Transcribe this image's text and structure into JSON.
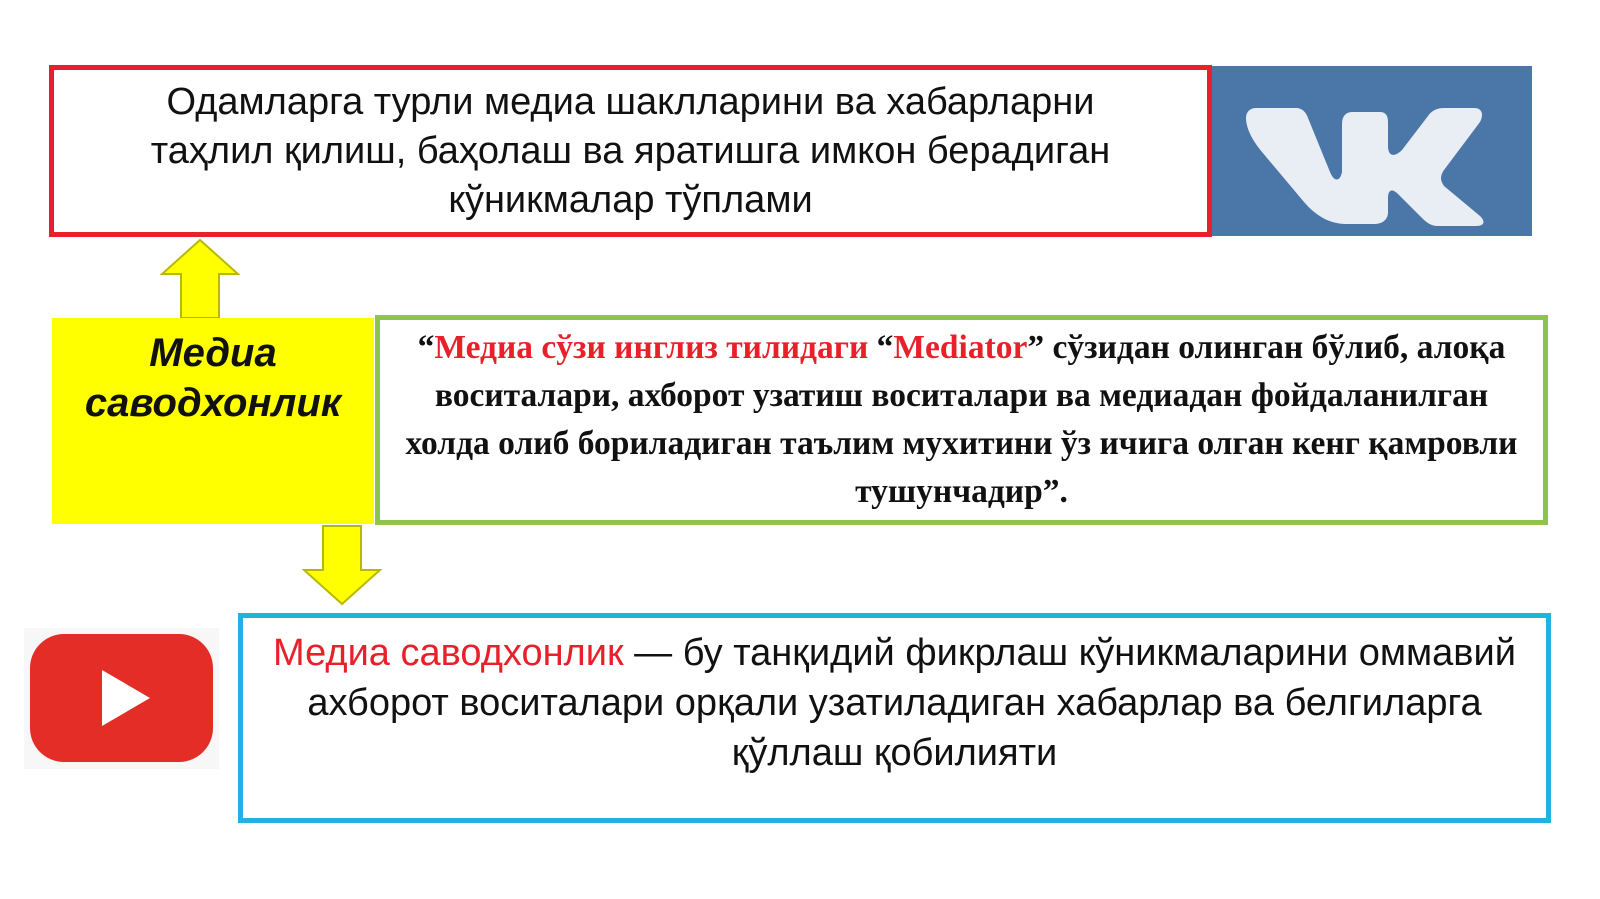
{
  "top_box": {
    "line1": "Одамларга турли медиа шаклларини ва хабарларни",
    "line2": "таҳлил қилиш, баҳолаш ва яратишга имкон берадиган",
    "line3": "кўникмалар тўплами"
  },
  "center_term": {
    "line1": "Медиа",
    "line2": "саводхонлик"
  },
  "definition_box": {
    "quote_open": "“",
    "red_part1": "Медиа сўзи инглиз тилидаги ",
    "quote_open2": "“",
    "red_part2": "Mediator",
    "rest": "” сўзидан олинган бўлиб,  алоқа воситалари, ахборот узатиш воситалари ва медиадан фойдаланилган холда олиб бориладиган таълим мухитини ўз ичига олган кенг қамровли тушунчадир”."
  },
  "bottom_box": {
    "red_part": "Медиа саводхонлик",
    "rest": " — бу танқидий фикрлаш кўникмаларини оммавий ахборот воситалари орқали узатиладиган хабарлар ва белгиларга қўллаш қобилияти"
  },
  "logos": {
    "vk": {
      "icon": "vk-logo-icon",
      "color": "#4a76a8"
    },
    "youtube": {
      "icon": "youtube-logo-icon",
      "color": "#e52d27"
    }
  },
  "colors": {
    "top_border": "#e8202a",
    "term_background": "#ffff00",
    "definition_border": "#8fc44c",
    "bottom_border": "#21b2e0",
    "highlight": "#e8202a",
    "arrow_fill": "#ffff00"
  }
}
